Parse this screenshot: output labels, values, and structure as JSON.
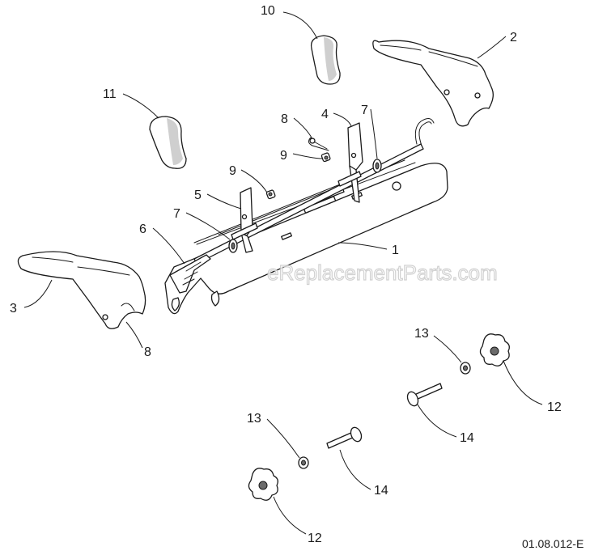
{
  "diagram": {
    "watermark": "eReplacementParts.com",
    "drawing_code": "01.08.012-E",
    "callouts": {
      "c1": "1",
      "c2": "2",
      "c3": "3",
      "c4": "4",
      "c5": "5",
      "c6": "6",
      "c7a": "7",
      "c7b": "7",
      "c8a": "8",
      "c8b": "8",
      "c9a": "9",
      "c9b": "9",
      "c10": "10",
      "c11": "11",
      "c12a": "12",
      "c12b": "12",
      "c13a": "13",
      "c13b": "13",
      "c14a": "14",
      "c14b": "14"
    }
  }
}
